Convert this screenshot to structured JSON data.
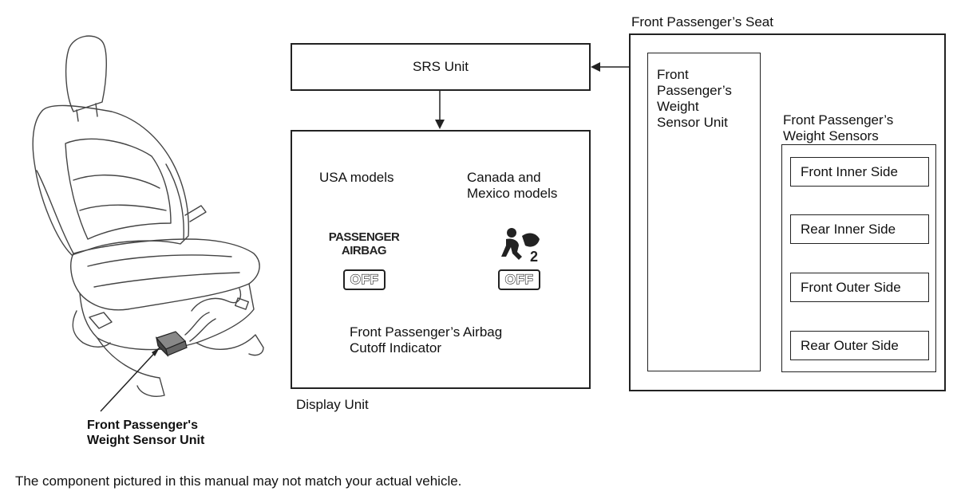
{
  "diagram": {
    "srs_unit": "SRS Unit",
    "seat_title": "Front Passenger’s Seat",
    "weight_sensor_unit": "Front\nPassenger’s\nWeight\nSensor Unit",
    "weight_sensors_title": "Front Passenger’s\nWeight Sensors",
    "sensors": [
      "Front Inner Side",
      "Rear Inner Side",
      "Front Outer Side",
      "Rear Outer Side"
    ],
    "display_unit": "Display Unit",
    "usa_models": "USA models",
    "canada_mexico_models": "Canada and\nMexico models",
    "indicator_usa_text": "PASSENGER\nAIRBAG",
    "indicator_off_text": "OFF",
    "indicator_label": "Front Passenger’s Airbag\nCutoff Indicator",
    "seat_callout": "Front Passenger's\nWeight Sensor Unit"
  },
  "footer": {
    "disclaimer": "The component pictured in this manual may not match your actual vehicle."
  }
}
